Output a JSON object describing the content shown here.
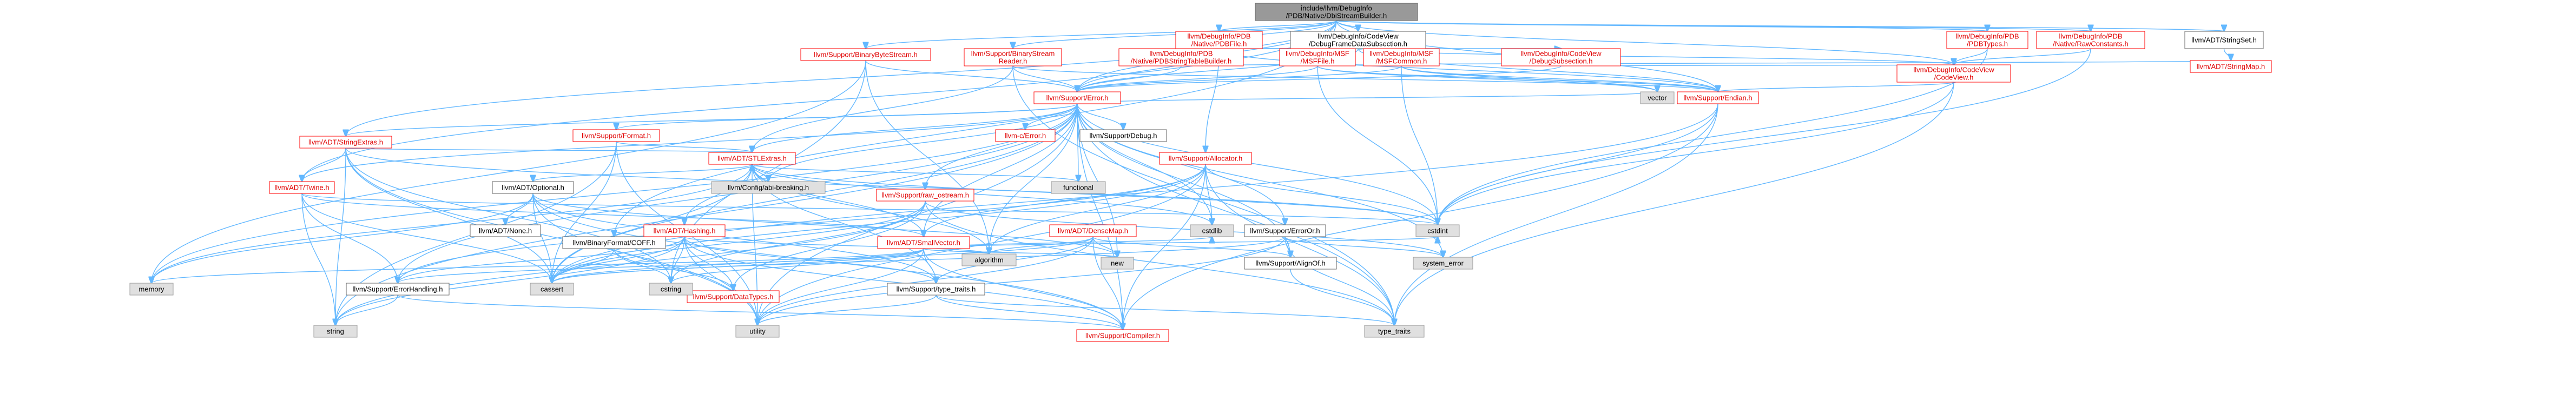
{
  "nodes": [
    {
      "id": "root",
      "kind": "root",
      "lines": [
        "include/llvm/DebugInfo",
        "/PDB/Native/DbiStreamBuilder.h"
      ]
    },
    {
      "id": "pdbfile",
      "kind": "red",
      "lines": [
        "llvm/DebugInfo/PDB",
        "/Native/PDBFile.h"
      ]
    },
    {
      "id": "dfss",
      "kind": "plain",
      "lines": [
        "llvm/DebugInfo/CodeView",
        "/DebugFrameDataSubsection.h"
      ]
    },
    {
      "id": "stringset",
      "kind": "plain",
      "lines": [
        "llvm/ADT/StringSet.h"
      ]
    },
    {
      "id": "stringmap",
      "kind": "red",
      "lines": [
        "llvm/ADT/StringMap.h"
      ]
    },
    {
      "id": "pdbtypes",
      "kind": "red",
      "lines": [
        "llvm/DebugInfo/PDB",
        "/PDBTypes.h"
      ]
    },
    {
      "id": "rawconst",
      "kind": "red",
      "lines": [
        "llvm/DebugInfo/PDB",
        "/Native/RawConstants.h"
      ]
    },
    {
      "id": "codeview",
      "kind": "red",
      "lines": [
        "llvm/DebugInfo/CodeView",
        "/CodeView.h"
      ]
    },
    {
      "id": "binbytestream",
      "kind": "red",
      "lines": [
        "llvm/Support/BinaryByteStream.h"
      ]
    },
    {
      "id": "binstreamreader",
      "kind": "red",
      "lines": [
        "llvm/Support/BinaryStream",
        "Reader.h"
      ]
    },
    {
      "id": "stbuilder",
      "kind": "red",
      "lines": [
        "llvm/DebugInfo/PDB",
        "/Native/PDBStringTableBuilder.h"
      ]
    },
    {
      "id": "msffile",
      "kind": "red",
      "lines": [
        "llvm/DebugInfo/MSF",
        "/MSFFile.h"
      ]
    },
    {
      "id": "msfcommon",
      "kind": "red",
      "lines": [
        "llvm/DebugInfo/MSF",
        "/MSFCommon.h"
      ]
    },
    {
      "id": "dbgsub",
      "kind": "red",
      "lines": [
        "llvm/DebugInfo/CodeView",
        "/DebugSubsection.h"
      ]
    },
    {
      "id": "error",
      "kind": "red",
      "lines": [
        "llvm/Support/Error.h"
      ]
    },
    {
      "id": "endian",
      "kind": "red",
      "lines": [
        "llvm/Support/Endian.h"
      ]
    },
    {
      "id": "vector",
      "kind": "gray",
      "lines": [
        "vector"
      ]
    },
    {
      "id": "format",
      "kind": "red",
      "lines": [
        "llvm/Support/Format.h"
      ]
    },
    {
      "id": "llvmcerror",
      "kind": "red",
      "lines": [
        "llvm-c/Error.h"
      ]
    },
    {
      "id": "debug",
      "kind": "plain",
      "lines": [
        "llvm/Support/Debug.h"
      ]
    },
    {
      "id": "stringextras",
      "kind": "red",
      "lines": [
        "llvm/ADT/StringExtras.h"
      ]
    },
    {
      "id": "stlextras",
      "kind": "red",
      "lines": [
        "llvm/ADT/STLExtras.h"
      ]
    },
    {
      "id": "allocator",
      "kind": "red",
      "lines": [
        "llvm/Support/Allocator.h"
      ]
    },
    {
      "id": "twine",
      "kind": "red",
      "lines": [
        "llvm/ADT/Twine.h"
      ]
    },
    {
      "id": "optional",
      "kind": "plain",
      "lines": [
        "llvm/ADT/Optional.h"
      ]
    },
    {
      "id": "configabi",
      "kind": "gray",
      "lines": [
        "llvm/Config/abi-breaking.h"
      ]
    },
    {
      "id": "functional",
      "kind": "gray",
      "lines": [
        "functional"
      ]
    },
    {
      "id": "rawostream",
      "kind": "red",
      "lines": [
        "llvm/Support/raw_ostream.h"
      ]
    },
    {
      "id": "dense",
      "kind": "red",
      "lines": [
        "llvm/ADT/DenseMap.h"
      ]
    },
    {
      "id": "erroror",
      "kind": "plain",
      "lines": [
        "llvm/Support/ErrorOr.h"
      ]
    },
    {
      "id": "cstdint",
      "kind": "gray",
      "lines": [
        "cstdint"
      ]
    },
    {
      "id": "none",
      "kind": "plain",
      "lines": [
        "llvm/ADT/None.h"
      ]
    },
    {
      "id": "coff",
      "kind": "plain",
      "lines": [
        "llvm/BinaryFormat/COFF.h"
      ]
    },
    {
      "id": "hashing",
      "kind": "red",
      "lines": [
        "llvm/ADT/Hashing.h"
      ]
    },
    {
      "id": "smallvec",
      "kind": "red",
      "lines": [
        "llvm/ADT/SmallVector.h"
      ]
    },
    {
      "id": "alignof",
      "kind": "plain",
      "lines": [
        "llvm/Support/AlignOf.h"
      ]
    },
    {
      "id": "systemerror",
      "kind": "gray",
      "lines": [
        "system_error"
      ]
    },
    {
      "id": "memory",
      "kind": "gray",
      "lines": [
        "memory"
      ]
    },
    {
      "id": "errhandling",
      "kind": "plain",
      "lines": [
        "llvm/Support/ErrorHandling.h"
      ]
    },
    {
      "id": "cassert",
      "kind": "gray",
      "lines": [
        "cassert"
      ]
    },
    {
      "id": "datatypes",
      "kind": "red",
      "lines": [
        "llvm/Support/DataTypes.h"
      ]
    },
    {
      "id": "cstring",
      "kind": "gray",
      "lines": [
        "cstring"
      ]
    },
    {
      "id": "typetraits",
      "kind": "plain",
      "lines": [
        "llvm/Support/type_traits.h"
      ]
    },
    {
      "id": "algorithm",
      "kind": "gray",
      "lines": [
        "algorithm"
      ]
    },
    {
      "id": "new",
      "kind": "gray",
      "lines": [
        "new"
      ]
    },
    {
      "id": "cstdlib",
      "kind": "gray",
      "lines": [
        "cstdlib"
      ]
    },
    {
      "id": "string",
      "kind": "gray",
      "lines": [
        "string"
      ]
    },
    {
      "id": "utility",
      "kind": "gray",
      "lines": [
        "utility"
      ]
    },
    {
      "id": "compiler",
      "kind": "red",
      "lines": [
        "llvm/Support/Compiler.h"
      ]
    },
    {
      "id": "typetraitsstd",
      "kind": "gray",
      "lines": [
        "type_traits"
      ]
    }
  ]
}
